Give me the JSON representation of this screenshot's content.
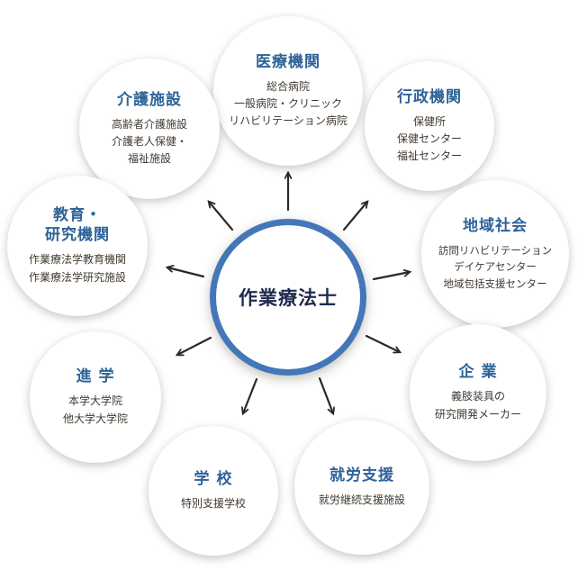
{
  "center": {
    "label": "作業療法士"
  },
  "nodes": [
    {
      "id": "medical",
      "title_lines": [
        "医療機関"
      ],
      "body_lines": [
        "総合病院",
        "一般病院・クリニック",
        "リハビリテーション病院"
      ]
    },
    {
      "id": "care",
      "title_lines": [
        "介護施設"
      ],
      "body_lines": [
        "高齢者介護施設",
        "介護老人保健・",
        "福祉施設"
      ]
    },
    {
      "id": "government",
      "title_lines": [
        "行政機関"
      ],
      "body_lines": [
        "保健所",
        "保健センター",
        "福祉センター"
      ]
    },
    {
      "id": "education-research",
      "title_lines": [
        "教育・",
        "研究機関"
      ],
      "body_lines": [
        "作業療法学教育機関",
        "作業療法学研究施設"
      ]
    },
    {
      "id": "community",
      "title_lines": [
        "地域社会"
      ],
      "body_lines": [
        "訪問リハビリテーション",
        "デイケアセンター",
        "地域包括支援センター"
      ]
    },
    {
      "id": "further-study",
      "title_lines": [
        "進 学"
      ],
      "body_lines": [
        "本学大学院",
        "他大学大学院"
      ]
    },
    {
      "id": "company",
      "title_lines": [
        "企 業"
      ],
      "body_lines": [
        "義肢装具の",
        "研究開発メーカー"
      ]
    },
    {
      "id": "school",
      "title_lines": [
        "学 校"
      ],
      "body_lines": [
        "特別支援学校"
      ]
    },
    {
      "id": "employment-support",
      "title_lines": [
        "就労支援"
      ],
      "body_lines": [
        "就労継続支援施設"
      ]
    }
  ],
  "colors": {
    "title_blue": "#2e6398",
    "center_ring_blue": "#4377b8",
    "center_text_navy": "#1e2b4e",
    "body_text": "#423931",
    "arrow": "#2f2723",
    "background": "#ffffff"
  }
}
